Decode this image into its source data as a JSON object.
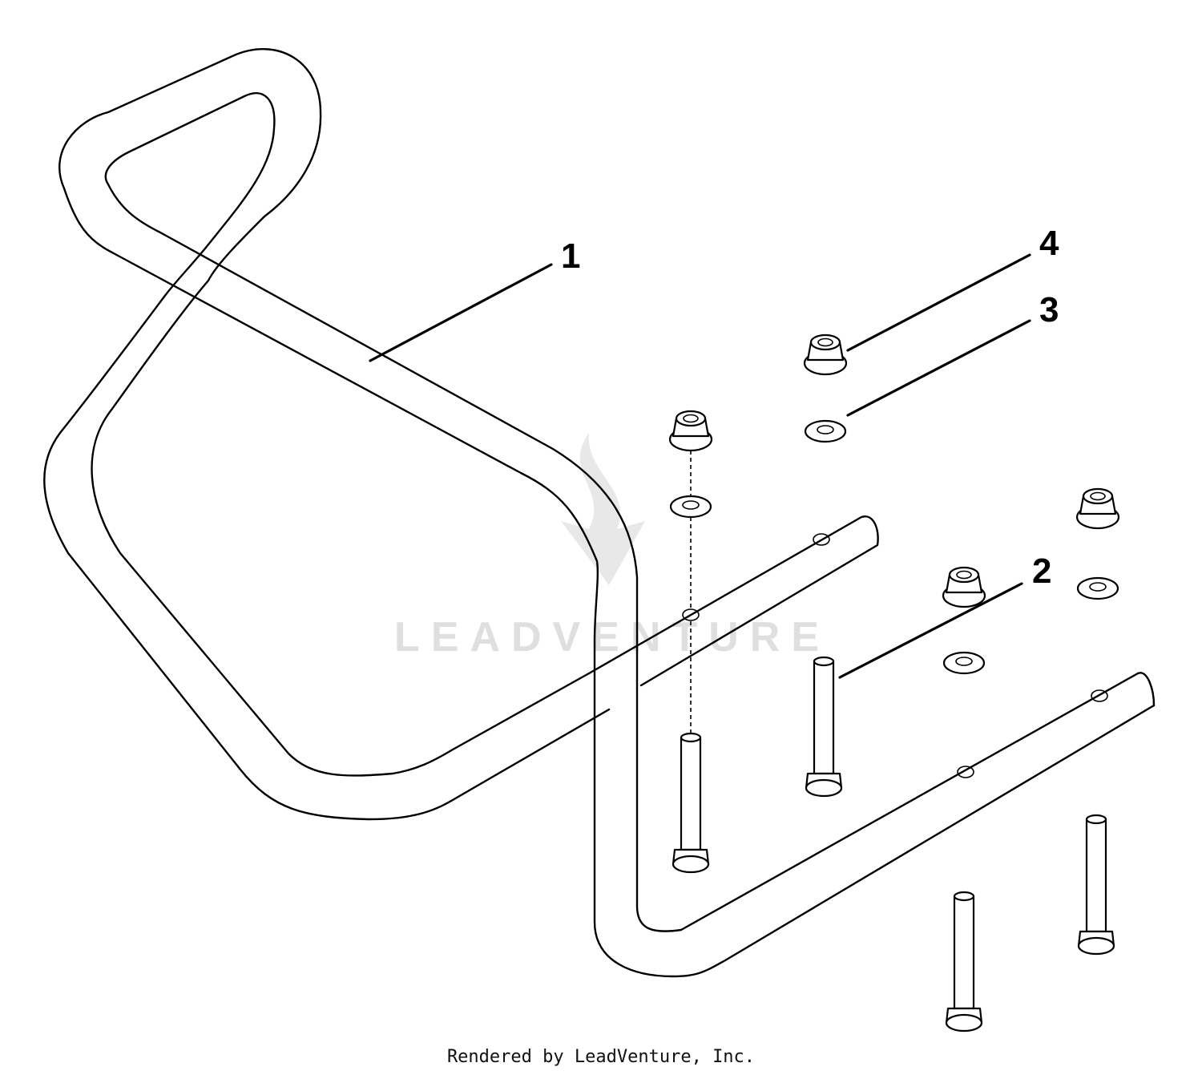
{
  "diagram": {
    "callouts": [
      {
        "id": "1",
        "label": "1"
      },
      {
        "id": "2",
        "label": "2"
      },
      {
        "id": "3",
        "label": "3"
      },
      {
        "id": "4",
        "label": "4"
      }
    ]
  },
  "watermark": {
    "text": "LEADVENTURE",
    "color": "#dcdcdc"
  },
  "footer": {
    "credit": "Rendered by LeadVenture, Inc."
  }
}
